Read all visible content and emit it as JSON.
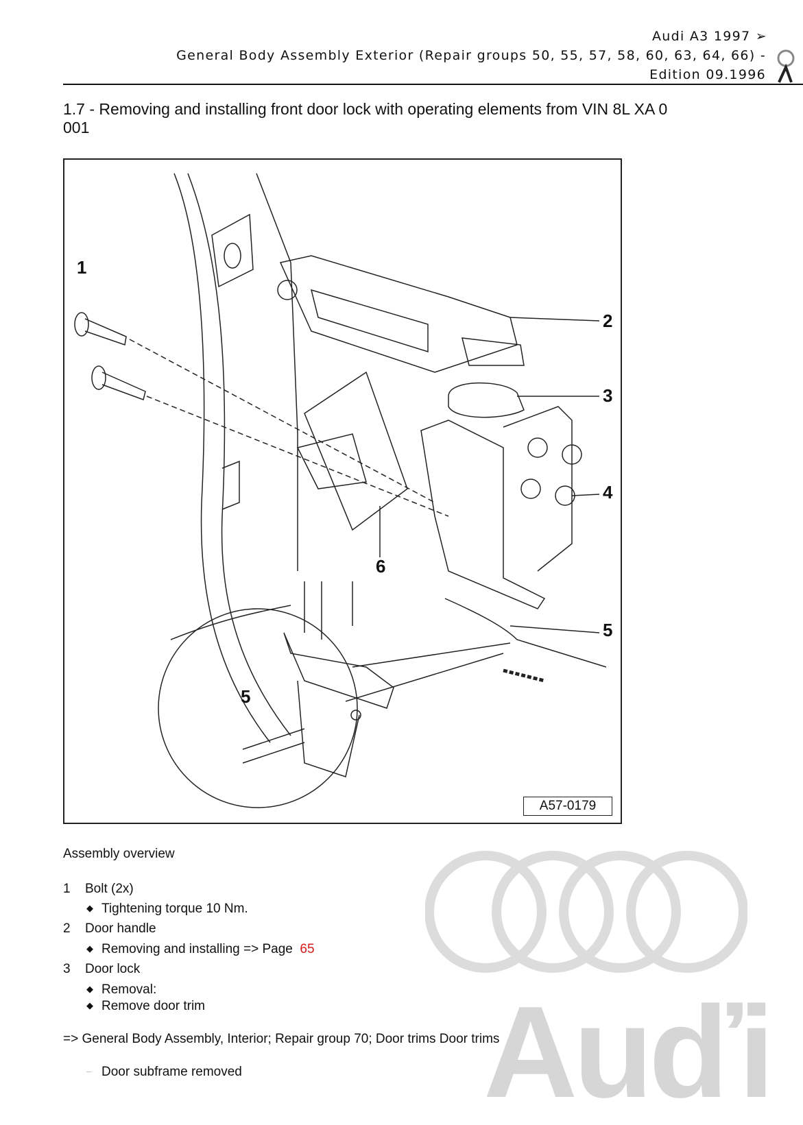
{
  "header": {
    "line1": "Audi A3 1997 ➢",
    "line2": "General Body Assembly Exterior (Repair groups 50, 55, 57, 58, 60, 63, 64, 66) -",
    "line3": "Edition 09.1996"
  },
  "title": {
    "line1": "1.7 - Removing and installing front door lock with operating elements from VIN 8L XA 0",
    "line2": "001"
  },
  "figure": {
    "code": "A57-0179",
    "callouts": [
      "1",
      "2",
      "3",
      "4",
      "5",
      "6",
      "5"
    ]
  },
  "overview": {
    "heading": "Assembly overview",
    "items": [
      {
        "num": "1",
        "label": "Bolt (2x)",
        "bullets": [
          "Tightening torque 10 Nm."
        ]
      },
      {
        "num": "2",
        "label": "Door handle",
        "bullets": [
          "Removing and installing => Page"
        ],
        "link": "65"
      },
      {
        "num": "3",
        "label": "Door lock",
        "bullets": [
          "Removal:",
          "Remove door trim"
        ]
      }
    ],
    "reference": "=> General Body Assembly, Interior; Repair group 70; Door trims Door trims",
    "next_step": "Door subframe removed"
  },
  "watermark": {
    "brand": "Audi",
    "rings_color": "#d8d8d8"
  },
  "colors": {
    "link": "#d41a1a"
  }
}
